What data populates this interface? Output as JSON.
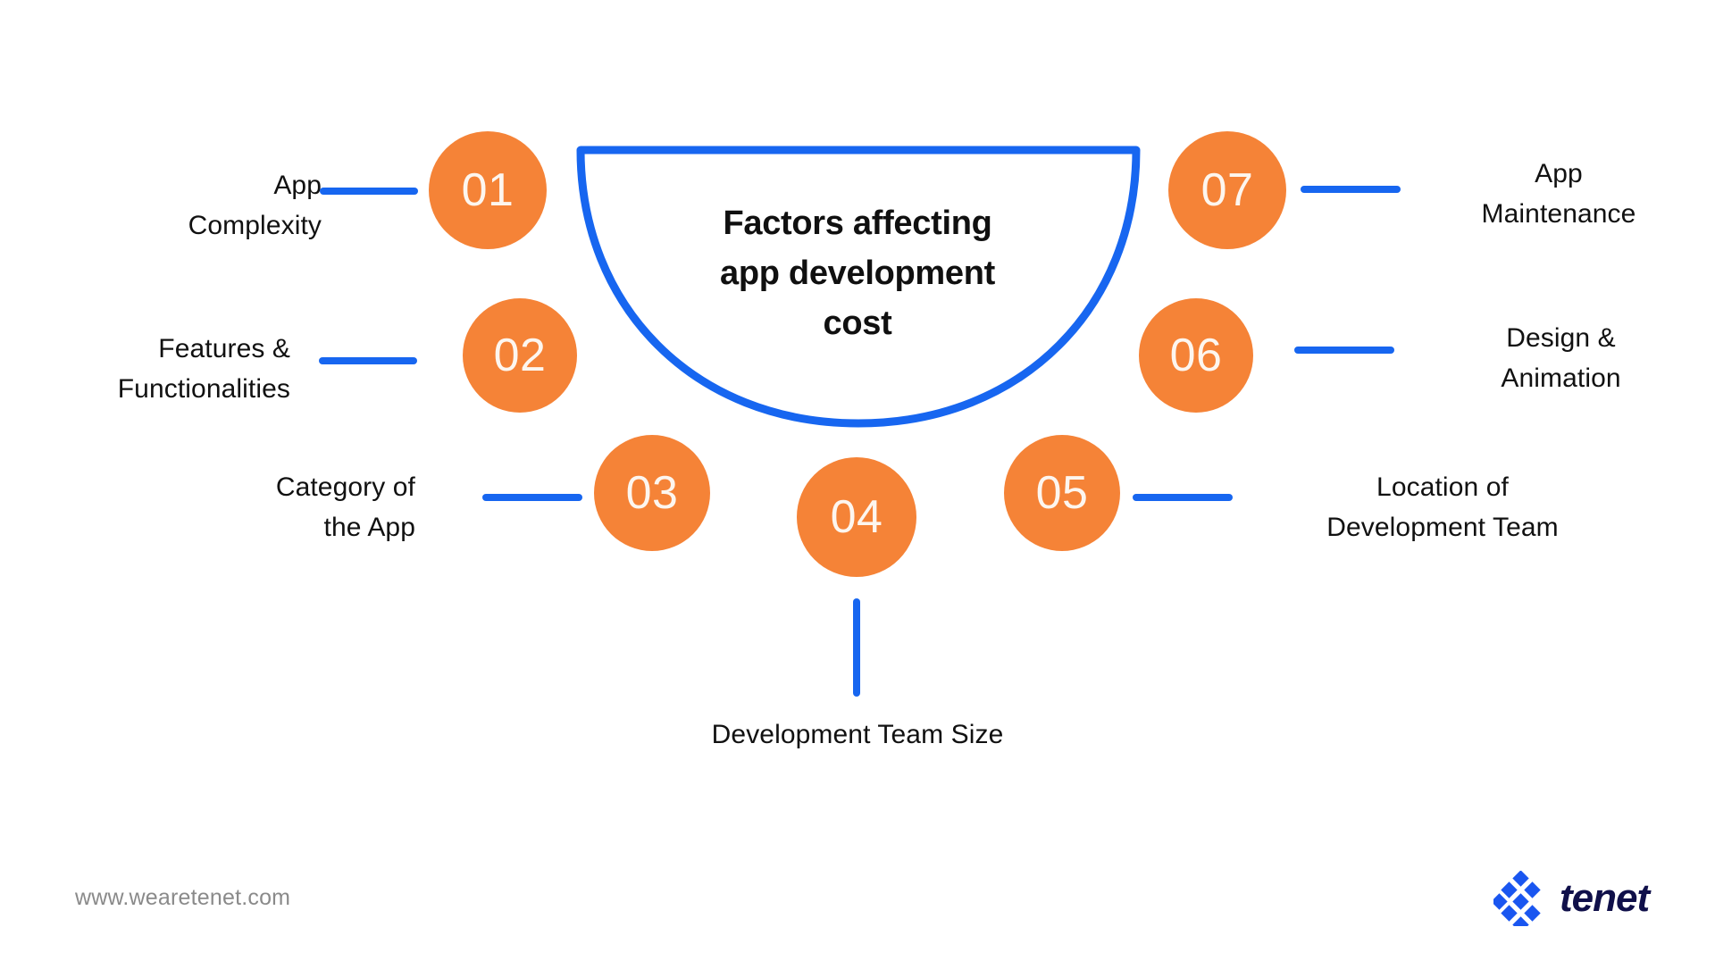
{
  "page": {
    "background": "#FFFFFF",
    "accent_orange": "#F58337",
    "accent_blue": "#1766F0",
    "text_color": "#111111",
    "logo_navy": "#10104A"
  },
  "center": {
    "title": "Factors affecting app development cost",
    "title_lines": [
      "Factors affecting",
      "app development",
      "cost"
    ]
  },
  "items": [
    {
      "number": "01",
      "label": "App Complexity",
      "label_lines": [
        "App",
        "Complexity"
      ],
      "side": "left"
    },
    {
      "number": "02",
      "label": "Features & Functionalities",
      "label_lines": [
        "Features &",
        "Functionalities"
      ],
      "side": "left"
    },
    {
      "number": "03",
      "label": "Category of the App",
      "label_lines": [
        "Category of",
        "the App"
      ],
      "side": "left"
    },
    {
      "number": "04",
      "label": "Development Team Size",
      "label_lines": [
        "Development Team Size"
      ],
      "side": "bottom"
    },
    {
      "number": "05",
      "label": "Location of Development Team",
      "label_lines": [
        "Location of",
        "Development Team"
      ],
      "side": "right"
    },
    {
      "number": "06",
      "label": "Design & Animation",
      "label_lines": [
        "Design &",
        "Animation"
      ],
      "side": "right"
    },
    {
      "number": "07",
      "label": "App Maintenance",
      "label_lines": [
        "App",
        "Maintenance"
      ],
      "side": "right"
    }
  ],
  "footer": {
    "url": "www.wearetenet.com",
    "brand": "tenet"
  }
}
